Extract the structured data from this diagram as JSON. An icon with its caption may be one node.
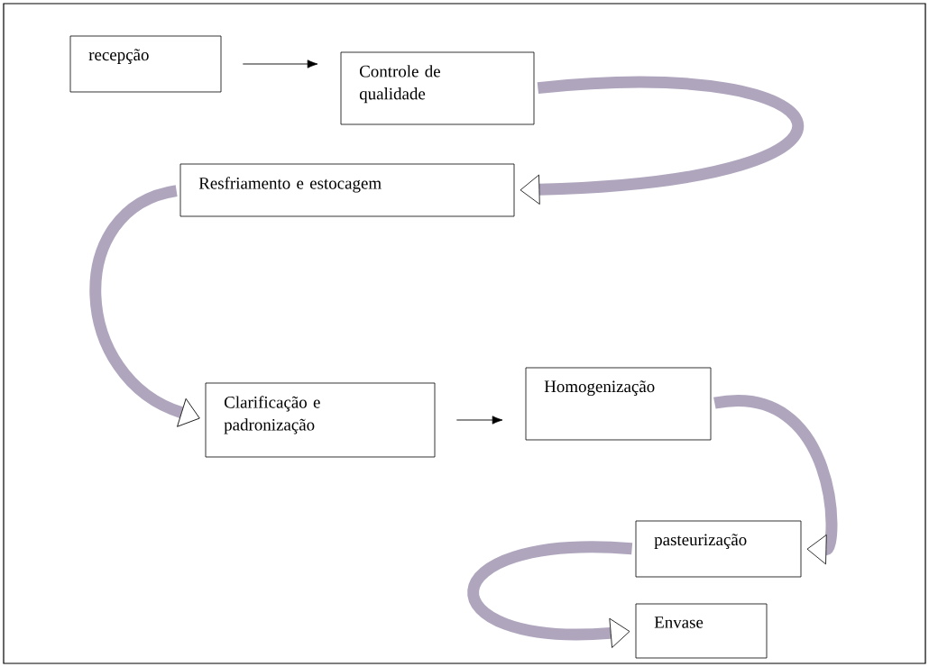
{
  "diagram": {
    "nodes": [
      {
        "text": [
          "recepção"
        ]
      },
      {
        "text": [
          "Controle de qualidade"
        ]
      },
      {
        "text": [
          "Resfriamento e estocagem"
        ]
      },
      {
        "text": [
          "Clarificação e padronização"
        ]
      },
      {
        "text": [
          "Homogenização"
        ]
      },
      {
        "text": [
          "pasteurização"
        ]
      },
      {
        "text": [
          "Envase"
        ]
      }
    ],
    "edges": [
      {
        "from": 0,
        "to": 1,
        "arrow": "to",
        "color": "#000000"
      },
      {
        "from": 1,
        "to": 2,
        "arrow": "to"
      },
      {
        "from": 2,
        "to": 3,
        "arrow": "to"
      },
      {
        "from": 3,
        "to": 4,
        "arrow": "to",
        "color": "#000000"
      },
      {
        "from": 4,
        "to": 5,
        "arrow": "to"
      },
      {
        "from": 5,
        "to": 6,
        "arrow": "to"
      }
    ]
  }
}
